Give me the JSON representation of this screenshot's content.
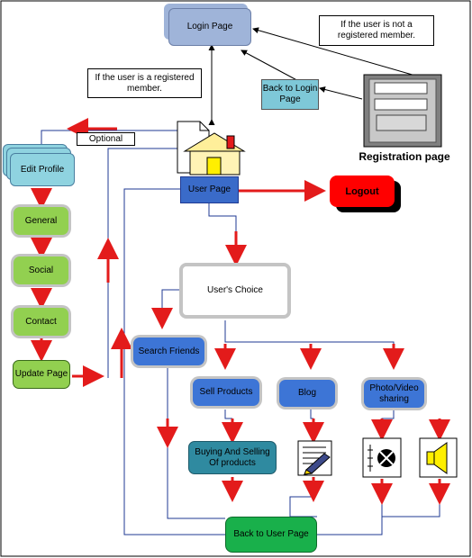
{
  "nodes": {
    "login": "Login Page",
    "registration": "Registration page",
    "back_to_login": "Back to Login Page",
    "note_not_registered": "If the user is not a registered member.",
    "note_registered": "If the user is a registered member.",
    "optional": "Optional",
    "edit_profile": "Edit Profile",
    "general": "General",
    "social": "Social",
    "contact": "Contact",
    "update_page": "Update Page",
    "user_page": "User Page",
    "logout": "Logout",
    "users_choice": "User's Choice",
    "search_friends": "Search Friends",
    "sell_products": "Sell Products",
    "blog": "Blog",
    "photo_video": "Photo/Video sharing",
    "buying_selling": "Buying And Selling Of products",
    "back_to_user": "Back to User Page"
  },
  "colors": {
    "login": "#9fb4d9",
    "back_to_login": "#7ec8d8",
    "edit_profile": "#8fd3e0",
    "green": "#92d050",
    "user_page": "#3a6bc9",
    "logout": "#ff0000",
    "search": "#3d75d6",
    "buying": "#2f8aa0",
    "back_to_user": "#19b04b",
    "arrow": "#e31b1b",
    "line": "#1f3a93"
  }
}
